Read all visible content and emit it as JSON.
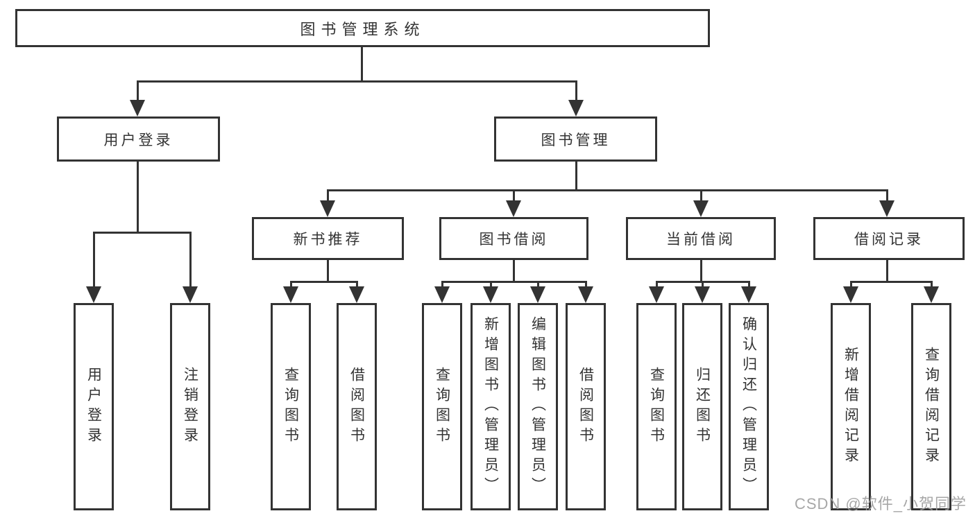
{
  "diagram": {
    "root": {
      "label": "图书管理系统"
    },
    "level2": [
      {
        "label": "用户登录"
      },
      {
        "label": "图书管理"
      }
    ],
    "level3": [
      {
        "label": "新书推荐"
      },
      {
        "label": "图书借阅"
      },
      {
        "label": "当前借阅"
      },
      {
        "label": "借阅记录"
      }
    ],
    "leaves": {
      "user_login": [
        {
          "label": "用户登录"
        },
        {
          "label": "注销登录"
        }
      ],
      "new_book_recommend": [
        {
          "label": "查询图书"
        },
        {
          "label": "借阅图书"
        }
      ],
      "book_borrow": [
        {
          "label": "查询图书"
        },
        {
          "label": "新增图书（管理员）"
        },
        {
          "label": "编辑图书（管理员）"
        },
        {
          "label": "借阅图书"
        }
      ],
      "current_borrow": [
        {
          "label": "查询图书"
        },
        {
          "label": "归还图书"
        },
        {
          "label": "确认归还（管理员）"
        }
      ],
      "borrow_record": [
        {
          "label": "新增借阅记录"
        },
        {
          "label": "查询借阅记录"
        }
      ]
    }
  },
  "watermark": {
    "text": "CSDN @软件_小贺同学"
  },
  "colors": {
    "line": "#333333",
    "text": "#333333",
    "watermark": "#9e9e9e",
    "background": "#ffffff"
  }
}
